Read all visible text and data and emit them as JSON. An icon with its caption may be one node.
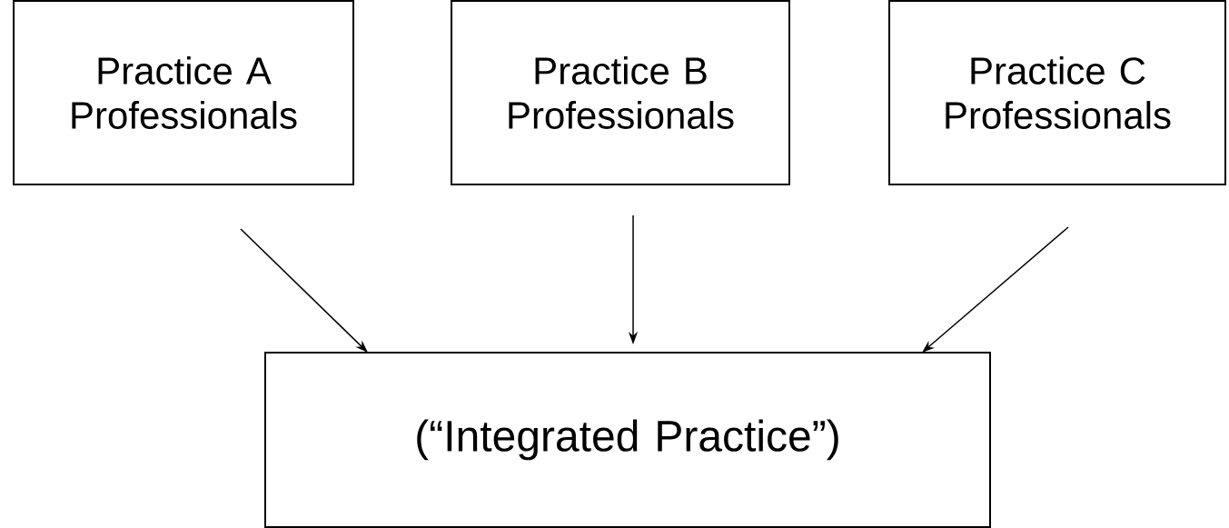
{
  "diagram": {
    "nodes": [
      {
        "text": [
          "Practice A Professionals"
        ]
      },
      {
        "text": [
          "Practice B Professionals"
        ]
      },
      {
        "text": [
          "Practice C Professionals"
        ]
      },
      {
        "text": [
          "(“Integrated Practice”)"
        ]
      }
    ],
    "edges": [
      {
        "from": 0,
        "to": 3,
        "arrow": "to"
      },
      {
        "from": 1,
        "to": 3,
        "arrow": "to"
      },
      {
        "from": 2,
        "to": 3,
        "arrow": "to"
      }
    ]
  }
}
